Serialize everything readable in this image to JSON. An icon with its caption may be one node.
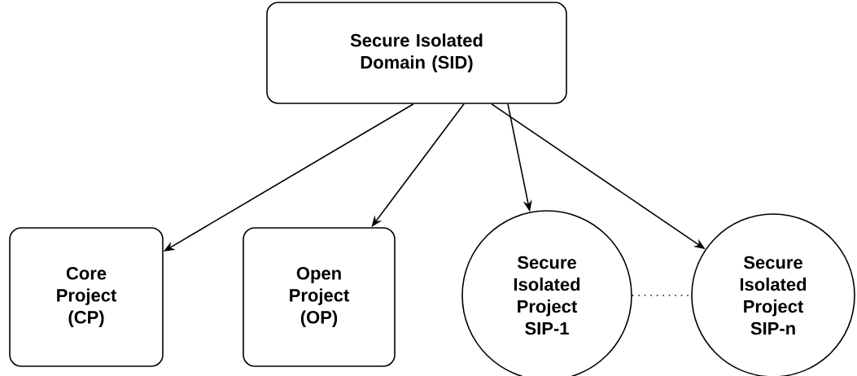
{
  "diagram": {
    "nodes": [
      {
        "text": [
          "Secure Isolated Domain (SID)"
        ]
      },
      {
        "text": [
          "Core Project (CP)"
        ]
      },
      {
        "text": [
          "Open Project (OP)"
        ]
      },
      {
        "text": [
          "Secure Isolated Project SIP-1"
        ]
      },
      {
        "text": [
          "Secure Isolated Project SIP-n"
        ]
      }
    ],
    "edges": [
      {
        "from": 0,
        "to": 1,
        "arrow": "to"
      },
      {
        "from": 0,
        "to": 2,
        "arrow": "to"
      },
      {
        "from": 0,
        "to": 3,
        "arrow": "to"
      },
      {
        "from": 0,
        "to": 4,
        "arrow": "to"
      },
      {
        "from": 3,
        "to": 4,
        "arrow": "none",
        "style": "dashed"
      }
    ]
  }
}
